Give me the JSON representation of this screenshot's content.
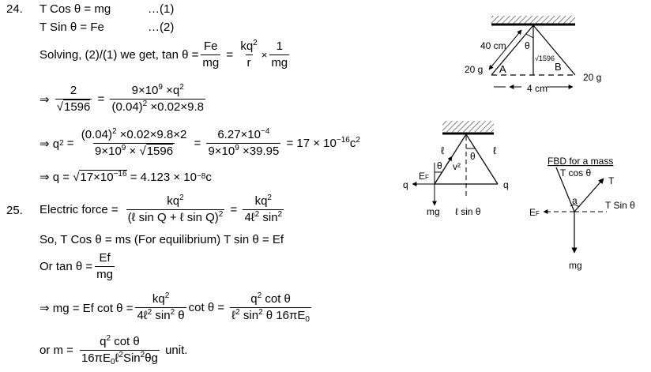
{
  "q24": {
    "number": "24.",
    "eq1": "T Cos θ = mg",
    "eq1_ref": "…(1)",
    "eq2": "T Sin θ = Fe",
    "eq2_ref": "…(2)",
    "solving_label": "Solving, (2)/(1) we get, tan θ =",
    "frac1_num": "Fe",
    "frac1_den": "mg",
    "frac2_num": "kq",
    "frac2_den": "r",
    "times": "×",
    "frac3_num": "1",
    "frac3_den": "mg",
    "step1_arrow": "⇒",
    "step1_lhs_num": "2",
    "step1_lhs_den": "1596",
    "step1_rhs_num": "9×10",
    "step1_rhs_num_tail": "×q",
    "step1_rhs_den": "(0.04)",
    "step1_rhs_den_tail": "×0.02×9.8",
    "step2_lhs": "⇒ q",
    "step2_f1_num": "(0.04)",
    "step2_f1_num_tail": "×0.02×9.8×2",
    "step2_f1_den": "9×10",
    "step2_f1_den_tail": "×",
    "step2_f1_den_sqrt": "1596",
    "step2_f2_num": "6.27×10",
    "step2_f2_num_exp": "−4",
    "step2_f2_den": "9×10",
    "step2_f2_den_tail": "×39.95",
    "step2_result": "= 17 × 10",
    "step2_result_exp": "−16",
    "step2_result_tail": "c",
    "step3_lhs": "⇒ q =",
    "step3_sqrt": "17×10",
    "step3_sqrt_exp": "−16",
    "step3_result": "= 4.123 × 10",
    "step3_result_exp": "−8",
    "step3_result_tail": " c"
  },
  "q25": {
    "number": "25.",
    "electric_force_label": "Electric force =",
    "ef_f1_num": "kq",
    "ef_f1_den": "(ℓ sin Q + ℓ sin Q)",
    "ef_f2_num": "kq",
    "ef_f2_den": "4ℓ",
    "ef_f2_den_tail": " sin",
    "line2": "So, T Cos θ = ms (For equilibrium)  T sin θ = Ef",
    "tan_label": "Or tan θ =",
    "tan_num": "Ef",
    "tan_den": "mg",
    "mg_label": "⇒ mg = Ef cot θ =",
    "mg_f1_num": "kq",
    "mg_f1_den": "4ℓ",
    "mg_f1_den_tail": " sin",
    "mg_f1_den_tail2": " θ",
    "cot": "cot θ",
    "mg_f2_num": "q",
    "mg_f2_num_tail": " cot θ",
    "mg_f2_den": "ℓ",
    "mg_f2_den_tail": " sin",
    "mg_f2_den_tail2": " θ 16πE",
    "m_label": "or m =",
    "m_num": "q",
    "m_num_tail": " cot θ",
    "m_den": "16πE",
    "m_den_tail": "ℓ",
    "m_den_tail2": "Sin",
    "m_den_tail3": "θg",
    "unit": "unit.",
    "equals": "=",
    "two": "2",
    "zero": "0",
    "nine": "9"
  },
  "diagram1": {
    "label_length": "40 cm",
    "label_theta": "θ",
    "label_height": "√1596",
    "label_A": "A",
    "label_B": "B",
    "label_mass_left": "20 g",
    "label_mass_right": "20 g",
    "label_width": "4 cm"
  },
  "diagram2": {
    "label_l_left": "ℓ",
    "label_l_right": "ℓ",
    "label_theta_top": "θ",
    "label_theta_mass": "θ",
    "label_v2": "v²",
    "label_ef": "E",
    "label_ef_sub": "F",
    "label_q_left": "q",
    "label_q_right": "q",
    "label_mg": "mg",
    "label_lsin": "ℓ sin θ"
  },
  "diagram3": {
    "title": "FBD for a mass",
    "label_tcos": "T cos θ",
    "label_T": "T",
    "label_a": "a",
    "label_tsin": "T Sin θ",
    "label_ef": "E",
    "label_ef_sub": "F",
    "label_mg": "mg"
  }
}
